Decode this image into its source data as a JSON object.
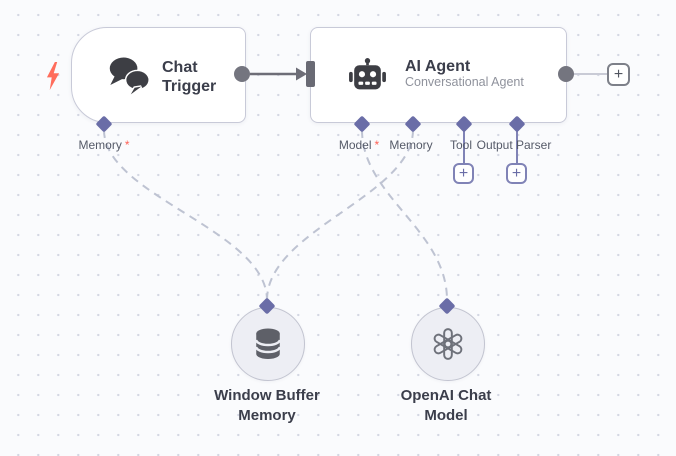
{
  "nodes": {
    "chat_trigger": {
      "title": "Chat Trigger"
    },
    "ai_agent": {
      "title": "AI Agent",
      "subtitle": "Conversational Agent"
    },
    "window_buffer_memory": {
      "title": "Window Buffer Memory"
    },
    "openai_chat_model": {
      "title": "OpenAI Chat Model"
    }
  },
  "ports": {
    "chat_trigger": [
      {
        "label": "Memory",
        "required": "*"
      }
    ],
    "ai_agent": [
      {
        "label": "Model",
        "required": "*"
      },
      {
        "label": "Memory",
        "required": ""
      },
      {
        "label": "Tool",
        "required": ""
      },
      {
        "label": "Output Parser",
        "required": ""
      }
    ]
  },
  "buttons": {
    "add_main": "+",
    "add_tool": "+",
    "add_output_parser": "+"
  },
  "icons": {
    "trigger_badge": "lightning-bolt-icon",
    "chat_trigger": "chat-bubbles-icon",
    "ai_agent": "robot-icon",
    "window_buffer_memory": "database-icon",
    "openai_chat_model": "openai-logo-icon"
  },
  "colors": {
    "canvas_bg": "#fafbfd",
    "grid_dot": "#d4d7e3",
    "node_border": "#c8cad8",
    "title_text": "#3b3e4b",
    "subtitle_text": "#8f929c",
    "label_text": "#555a68",
    "required_asterisk": "#ff6055",
    "trigger_bolt": "#ff6d5c",
    "diamond_port": "#6a6da7",
    "purple_connector": "#8083b6",
    "gray_connector": "#6d6d77",
    "dashed_connector": "#bec3d2",
    "icon_dark": "#3d3e44"
  }
}
